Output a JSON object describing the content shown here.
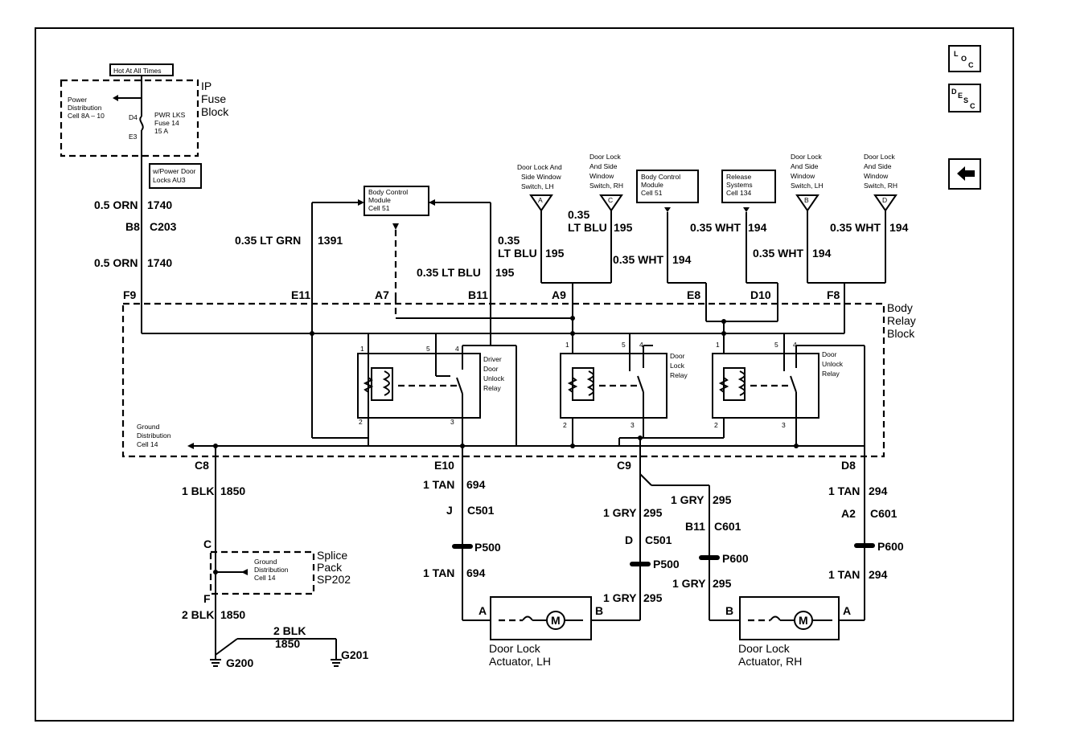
{
  "nav": {
    "loc_icon": "loc-icon",
    "desc_icon": "desc-icon",
    "back_icon": "back-arrow-icon"
  },
  "fuse": {
    "hot_label": "Hot At All Times",
    "block_label": [
      "IP",
      "Fuse",
      "Block"
    ],
    "power_dist": [
      "Power",
      "Distribution",
      "Cell 8A – 10"
    ],
    "fuse_name": [
      "PWR LKS",
      "Fuse 14",
      "15 A"
    ],
    "pin_d4": "D4",
    "pin_e3": "E3",
    "option": [
      "w/Power Door",
      "Locks AU3"
    ]
  },
  "wires": {
    "w1740a": "0.5 ORN",
    "w1740a_n": "1740",
    "c203": "C203",
    "b8": "B8",
    "w1740b": "0.5 ORN",
    "w1740b_n": "1740",
    "w1391": "0.35 LT GRN",
    "w1391_n": "1391",
    "w195a": "0.35 LT BLU",
    "w195a_n": "195",
    "w195b": [
      "0.35",
      "LT BLU"
    ],
    "w195b_n": "195",
    "w195c": [
      "0.35",
      "LT BLU"
    ],
    "w195c_n": "195",
    "w194a": "0.35 WHT",
    "w194a_n": "194",
    "w194b": "0.35 WHT",
    "w194b_n": "194",
    "w194c": "0.35 WHT",
    "w194c_n": "194",
    "w194d": "0.35 WHT",
    "w194d_n": "194"
  },
  "modules": {
    "bcm1": [
      "Body Control",
      "Module",
      "Cell 51"
    ],
    "bcm2": [
      "Body Control",
      "Module",
      "Cell 51"
    ],
    "release": [
      "Release",
      "Systems",
      "Cell 134"
    ],
    "sw_lh_a": [
      "Door Lock And",
      "Side Window",
      "Switch, LH"
    ],
    "sw_rh_c": [
      "Door Lock",
      "And Side",
      "Window",
      "Switch, RH"
    ],
    "sw_lh_b": [
      "Door Lock",
      "And Side",
      "Window",
      "Switch, LH"
    ],
    "sw_rh_d": [
      "Door Lock",
      "And Side",
      "Window",
      "Switch, RH"
    ],
    "tri_a": "A",
    "tri_c": "C",
    "tri_b": "B",
    "tri_d": "D"
  },
  "pins": {
    "f9": "F9",
    "e11": "E11",
    "a7": "A7",
    "b11": "B11",
    "a9": "A9",
    "e8": "E8",
    "d10": "D10",
    "f8": "F8",
    "c8": "C8",
    "e10": "E10",
    "c9": "C9",
    "d8": "D8"
  },
  "relay_block": [
    "Body",
    "Relay",
    "Block"
  ],
  "relays": [
    {
      "name": [
        "Driver",
        "Door",
        "Unlock",
        "Relay"
      ]
    },
    {
      "name": [
        "Door",
        "Lock",
        "Relay"
      ]
    },
    {
      "name": [
        "Door",
        "Unlock",
        "Relay"
      ]
    }
  ],
  "relay_pins": [
    "1",
    "5",
    "4",
    "2",
    "3"
  ],
  "ground_dist": [
    "Ground",
    "Distribution",
    "Cell 14"
  ],
  "lower": {
    "w1850a": "1 BLK",
    "w1850a_n": "1850",
    "w694a": "1 TAN",
    "w694a_n": "694",
    "c501j": "C501",
    "j": "J",
    "p500a": "P500",
    "w694b": "1 TAN",
    "w694b_n": "694",
    "w295a": "1 GRY",
    "w295a_n": "295",
    "c501d": "C501",
    "d": "D",
    "p500b": "P500",
    "w295b": "1 GRY",
    "w295b_n": "295",
    "w295c": "1 GRY",
    "w295c_n": "295",
    "b11c601": "B11",
    "c601a": "C601",
    "p600a": "P600",
    "w295d": "1 GRY",
    "w295d_n": "295",
    "w294a": "1 TAN",
    "w294a_n": "294",
    "a2": "A2",
    "c601b": "C601",
    "p600b": "P600",
    "w294b": "1 TAN",
    "w294b_n": "294"
  },
  "splice": {
    "label": [
      "Splice",
      "Pack",
      "SP202"
    ],
    "c": "C",
    "f": "F",
    "gd": [
      "Ground",
      "Distribution",
      "Cell 14"
    ]
  },
  "ground": {
    "w1850b": "2 BLK",
    "w1850b_n": "1850",
    "w1850c": "2 BLK",
    "w1850c_n": "1850",
    "g200": "G200",
    "g201": "G201"
  },
  "actuators": {
    "lh": [
      "Door Lock",
      "Actuator, LH"
    ],
    "rh": [
      "Door Lock",
      "Actuator, RH"
    ],
    "pin_a": "A",
    "pin_b": "B",
    "motor": "M"
  }
}
